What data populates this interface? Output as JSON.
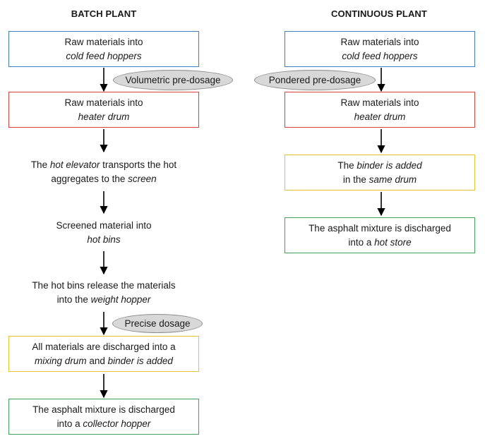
{
  "batch": {
    "title": "BATCH PLANT",
    "steps": [
      {
        "parts": [
          {
            "t": "Raw materials into"
          },
          {
            "br": true
          },
          {
            "t": "cold feed hoppers",
            "i": true
          }
        ]
      },
      {
        "parts": [
          {
            "t": "Raw materials into"
          },
          {
            "br": true
          },
          {
            "t": "heater drum",
            "i": true
          }
        ]
      },
      {
        "parts": [
          {
            "t": "The "
          },
          {
            "t": "hot elevator",
            "i": true
          },
          {
            "t": " transports the hot"
          },
          {
            "br": true
          },
          {
            "t": "aggregates to the "
          },
          {
            "t": "screen",
            "i": true
          }
        ]
      },
      {
        "parts": [
          {
            "t": "Screened material into"
          },
          {
            "br": true
          },
          {
            "t": "hot bins",
            "i": true
          }
        ]
      },
      {
        "parts": [
          {
            "t": "The hot bins release the materials"
          },
          {
            "br": true
          },
          {
            "t": "into the "
          },
          {
            "t": "weight hopper",
            "i": true
          }
        ]
      },
      {
        "parts": [
          {
            "t": "All materials are discharged into a"
          },
          {
            "br": true
          },
          {
            "t": "mixing drum",
            "i": true
          },
          {
            "t": " and "
          },
          {
            "t": "binder is added",
            "i": true
          }
        ]
      },
      {
        "parts": [
          {
            "t": "The asphalt mixture is discharged"
          },
          {
            "br": true
          },
          {
            "t": "into a "
          },
          {
            "t": "collector hopper",
            "i": true
          }
        ]
      }
    ],
    "notes": {
      "volumetric": "Volumetric pre-dosage",
      "precise": "Precise dosage"
    }
  },
  "continuous": {
    "title": "CONTINUOUS PLANT",
    "steps": [
      {
        "parts": [
          {
            "t": "Raw materials into"
          },
          {
            "br": true
          },
          {
            "t": "cold feed hoppers",
            "i": true
          }
        ]
      },
      {
        "parts": [
          {
            "t": "Raw materials into"
          },
          {
            "br": true
          },
          {
            "t": "heater drum",
            "i": true
          }
        ]
      },
      {
        "parts": [
          {
            "t": "The "
          },
          {
            "t": "binder is added",
            "i": true
          },
          {
            "br": true
          },
          {
            "t": "in the "
          },
          {
            "t": "same drum",
            "i": true
          }
        ]
      },
      {
        "parts": [
          {
            "t": "The asphalt mixture is discharged"
          },
          {
            "br": true
          },
          {
            "t": "into a "
          },
          {
            "t": "hot store",
            "i": true
          }
        ]
      }
    ],
    "notes": {
      "pondered": "Pondered pre-dosage"
    }
  },
  "colors": {
    "blue": "#3f7fbf",
    "red": "#d9423a",
    "yellow": "#e8c230",
    "green": "#3fa25a",
    "oval_fill": "#d8d8d8"
  }
}
